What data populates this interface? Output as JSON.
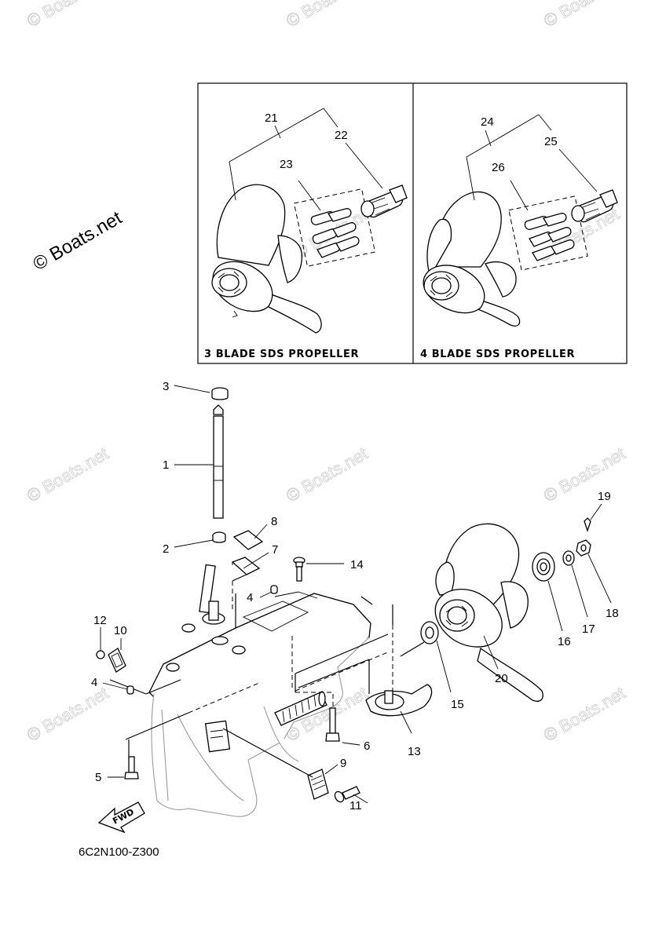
{
  "watermark": {
    "text": "© Boats.net"
  },
  "insets": {
    "three_blade_caption": "3 BLADE SDS PROPELLER",
    "four_blade_caption": "4 BLADE SDS PROPELLER"
  },
  "direction_label": "FWD",
  "diagram_code": "6C2N100-Z300",
  "callouts": {
    "c1": "1",
    "c2": "2",
    "c3": "3",
    "c4a": "4",
    "c4b": "4",
    "c5": "5",
    "c6": "6",
    "c7": "7",
    "c8": "8",
    "c9": "9",
    "c10": "10",
    "c11": "11",
    "c12": "12",
    "c13": "13",
    "c14": "14",
    "c15": "15",
    "c16": "16",
    "c17": "17",
    "c18": "18",
    "c19": "19",
    "c20": "20",
    "c21": "21",
    "c22": "22",
    "c23": "23",
    "c24": "24",
    "c25": "25",
    "c26": "26"
  }
}
